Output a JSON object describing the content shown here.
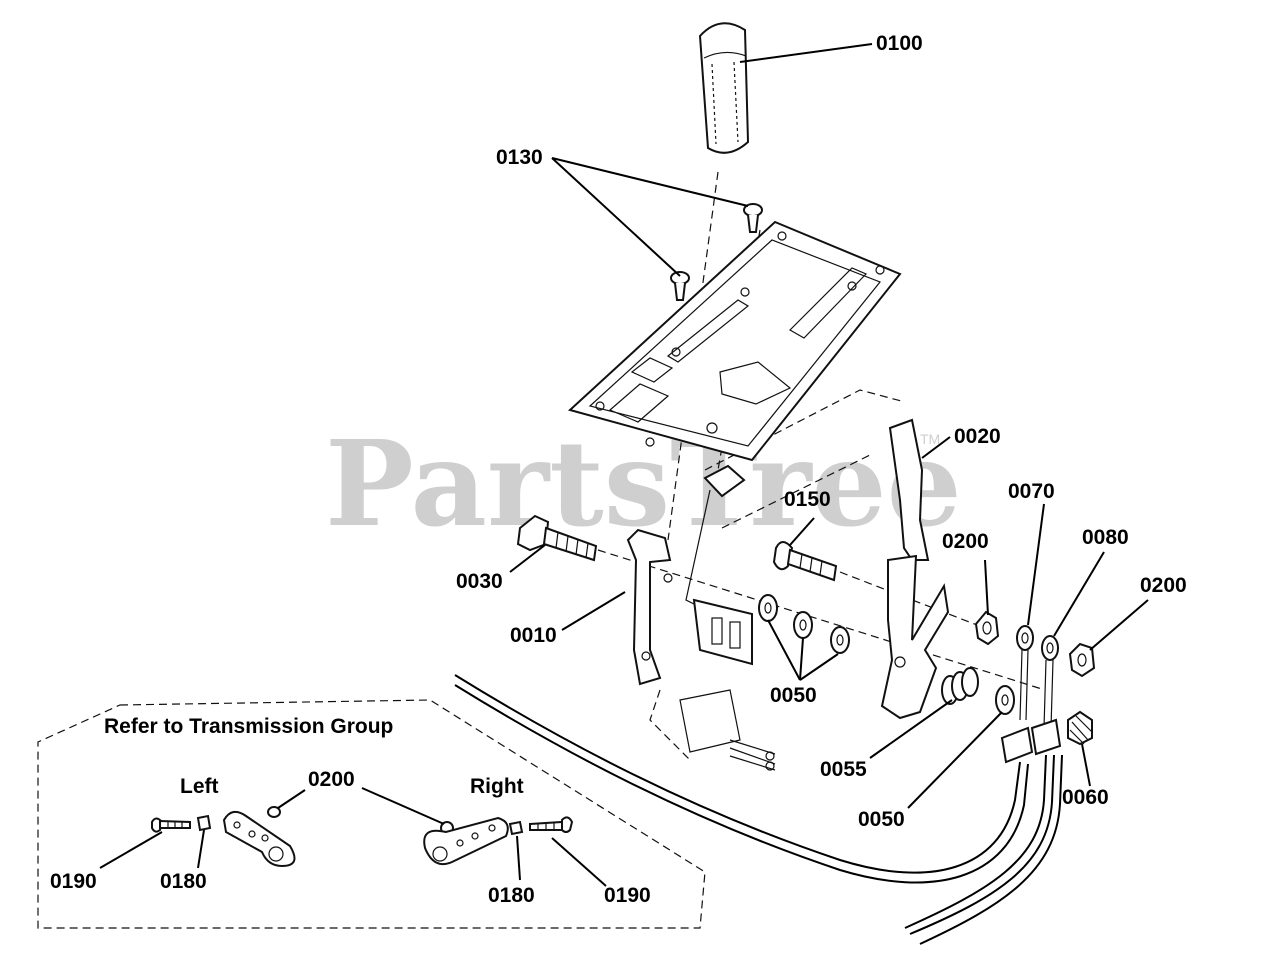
{
  "watermark": {
    "text": "PartsTree",
    "trademark": "TM"
  },
  "inset": {
    "heading": "Refer to Transmission Group",
    "left_label": "Left",
    "right_label": "Right"
  },
  "callouts": {
    "c0100": "0100",
    "c0130": "0130",
    "c0020": "0020",
    "c0150": "0150",
    "c0070": "0070",
    "c0080": "0080",
    "c0200a": "0200",
    "c0200b": "0200",
    "c0030": "0030",
    "c0010": "0010",
    "c0050a": "0050",
    "c0055": "0055",
    "c0060": "0060",
    "c0050b": "0050",
    "c0200c": "0200",
    "c0190a": "0190",
    "c0180a": "0180",
    "c0180b": "0180",
    "c0190b": "0190"
  }
}
